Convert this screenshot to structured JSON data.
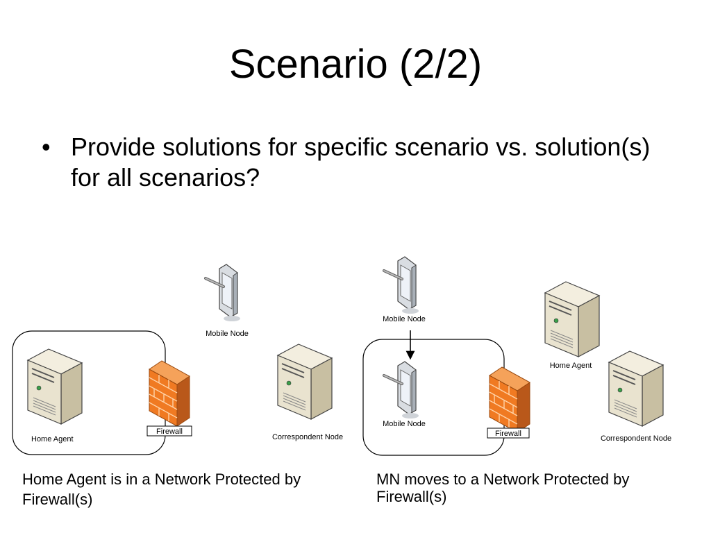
{
  "slide": {
    "title": "Scenario (2/2)",
    "bullets": [
      {
        "marker": "•",
        "text": "Provide solutions for specific scenario vs. solution(s) for all scenarios?"
      }
    ]
  },
  "diagram": {
    "left": {
      "network_label": "Home Agent",
      "firewall_label": "Firewall",
      "mobile_label": "Mobile Node",
      "cn_label": "Correspondent Node",
      "caption": "Home Agent is in a Network Protected by Firewall(s)"
    },
    "right": {
      "mobile_label_top": "Mobile Node",
      "mobile_label_inside": "Mobile Node",
      "firewall_label": "Firewall",
      "ha_label": "Home Agent",
      "cn_label": "Correspondent Node",
      "caption": "MN moves to a Network Protected by Firewall(s)"
    }
  }
}
